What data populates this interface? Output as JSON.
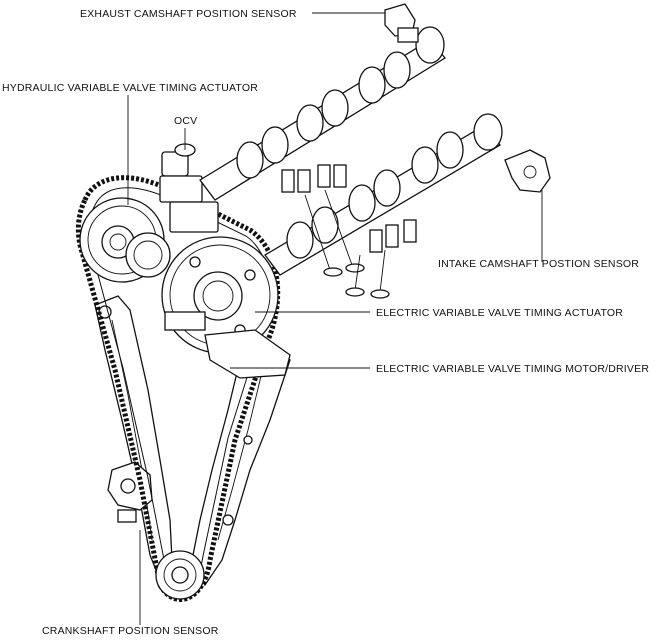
{
  "labels": {
    "exhaust_camshaft_sensor": "EXHAUST CAMSHAFT POSITION SENSOR",
    "hydraulic_vvt_actuator": "HYDRAULIC VARIABLE VALVE TIMING ACTUATOR",
    "ocv": "OCV",
    "intake_camshaft_sensor": "INTAKE CAMSHAFT POSTION SENSOR",
    "electric_vvt_actuator": "ELECTRIC VARIABLE VALVE TIMING ACTUATOR",
    "electric_vvt_motor_driver": "ELECTRIC VARIABLE VALVE TIMING MOTOR/DRIVER",
    "crankshaft_sensor": "CRANKSHAFT POSITION SENSOR"
  }
}
